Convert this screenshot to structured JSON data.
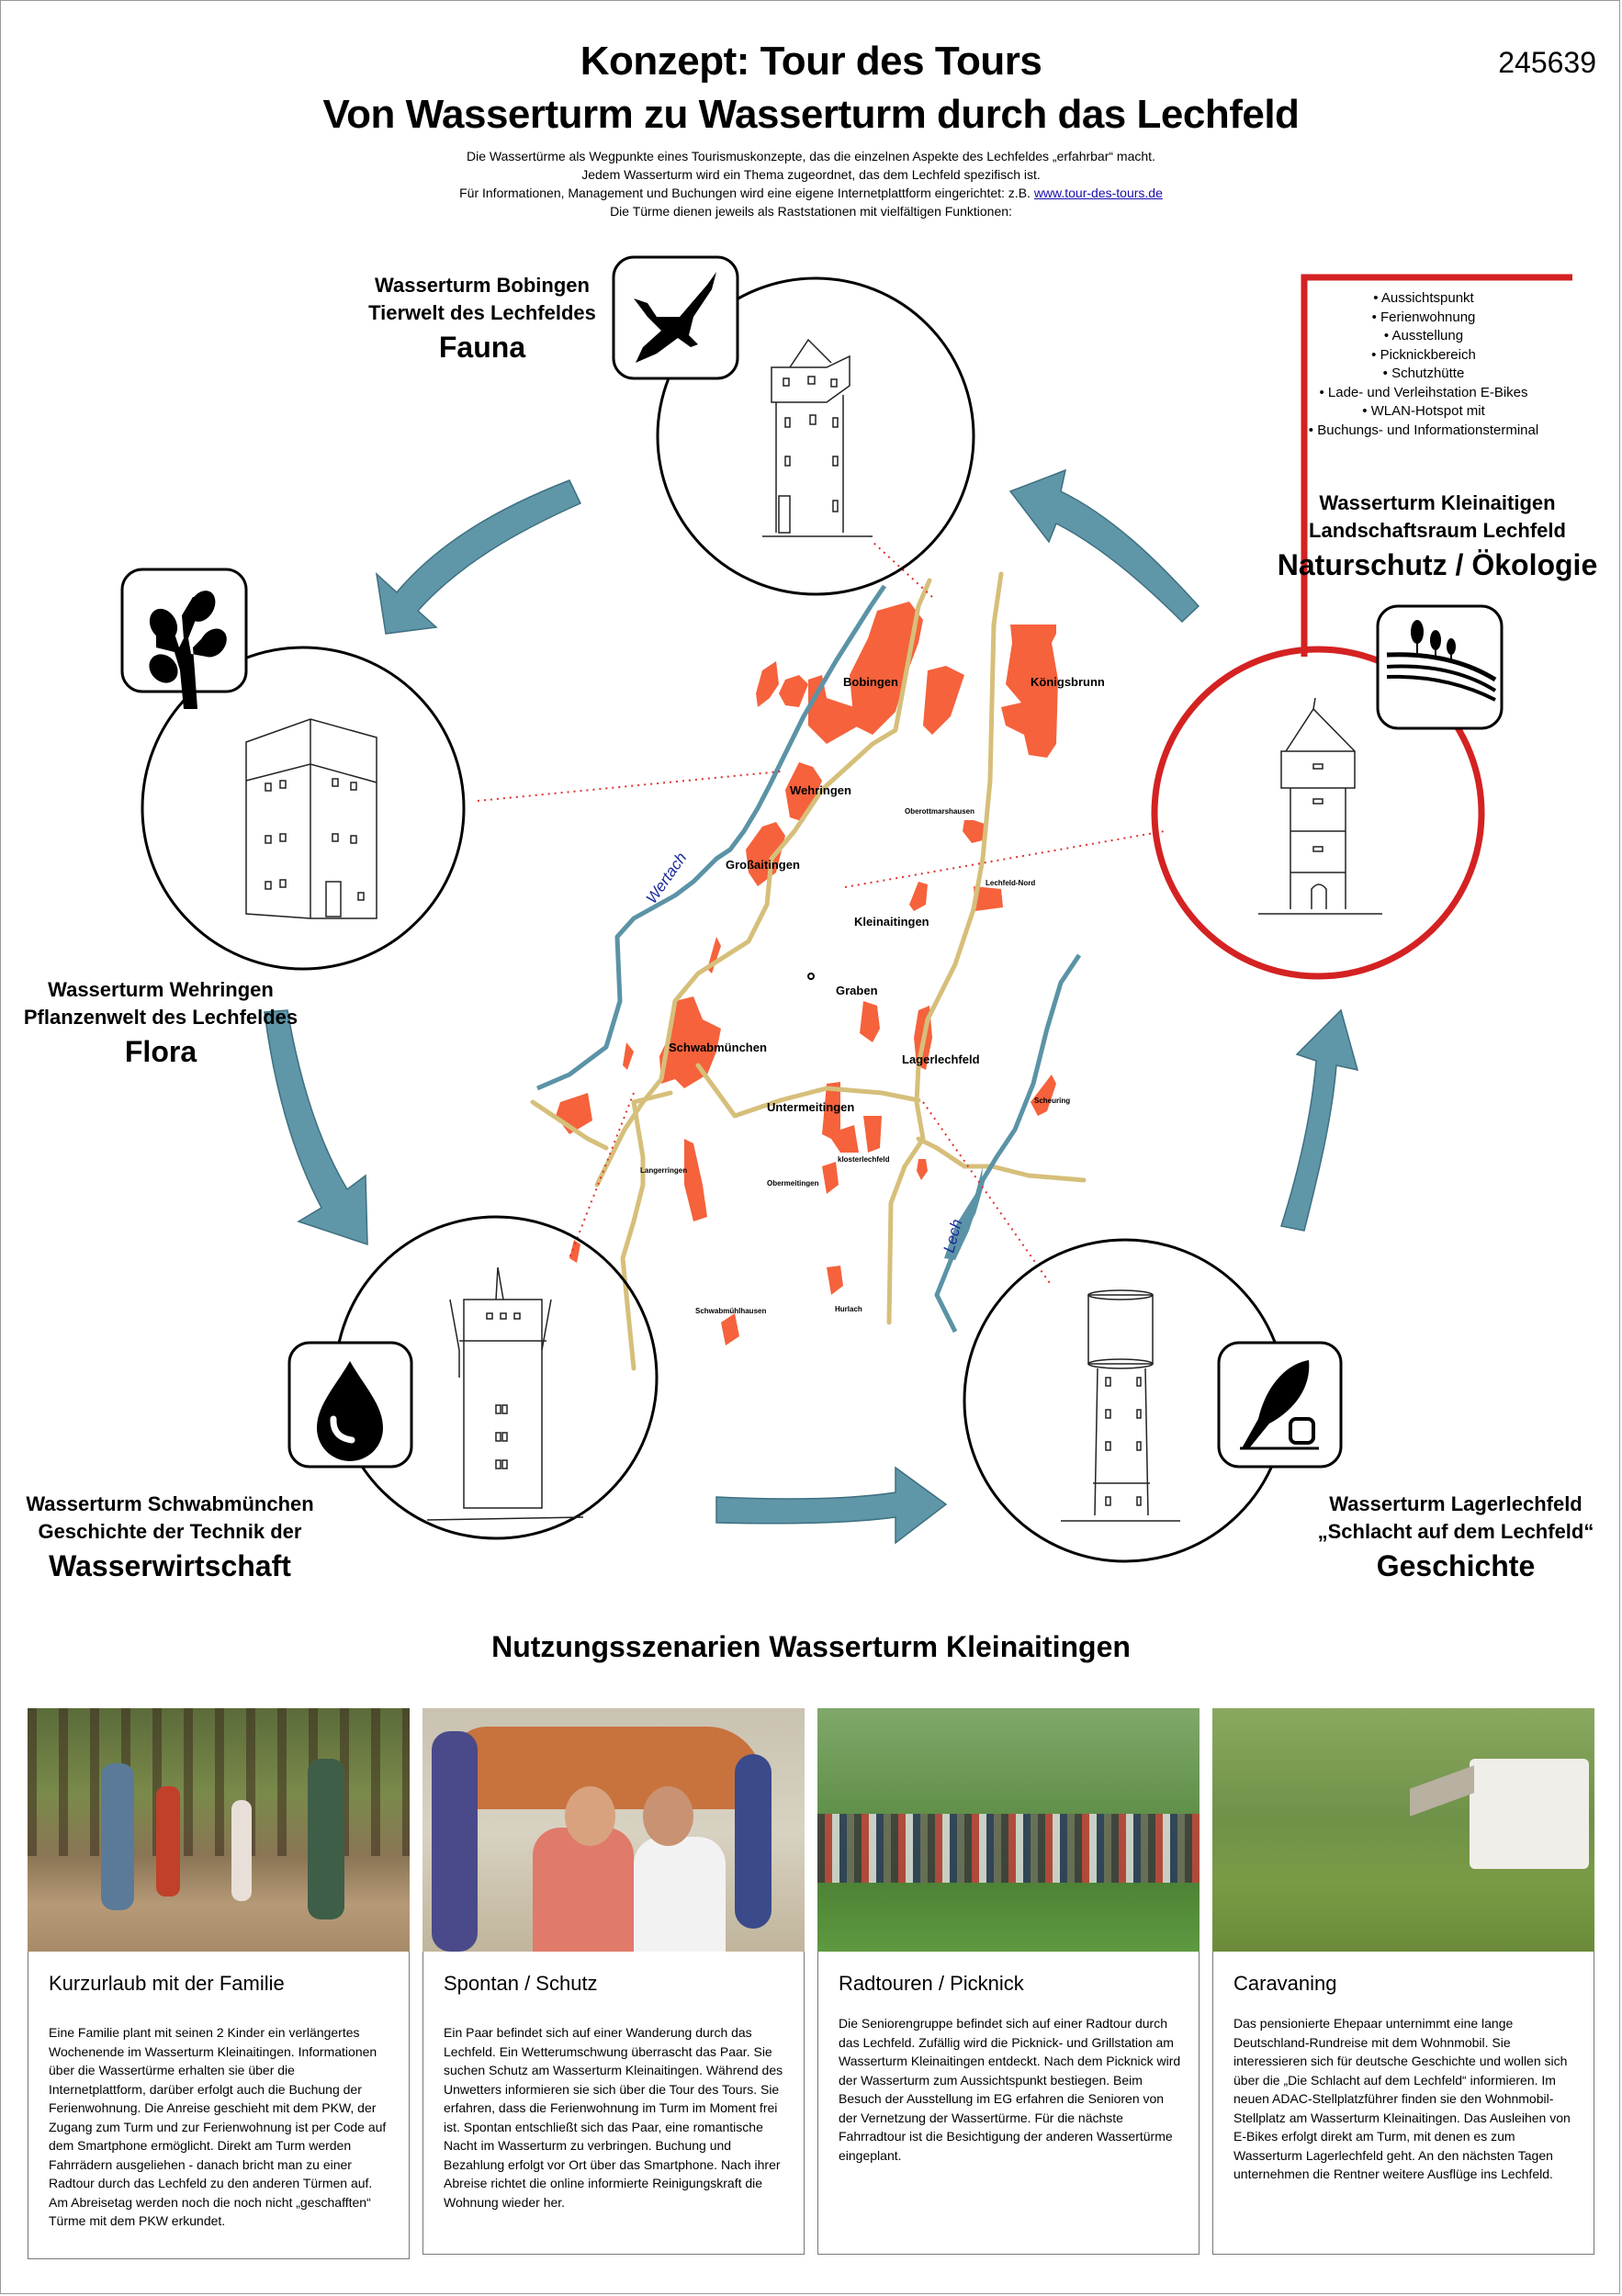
{
  "header": {
    "title_line1": "Konzept: Tour des Tours",
    "title_line2": "Von Wasserturm zu Wasserturm durch das Lechfeld",
    "poster_id": "245639",
    "intro_lines": [
      "Die Wassertürme als Wegpunkte eines Tourismuskonzepte, das die einzelnen Aspekte des Lechfeldes „erfahrbar“ macht.",
      "Jedem Wasserturm wird ein Thema zugeordnet, das dem Lechfeld spezifisch ist.",
      "Für Informationen, Management und Buchungen wird eine eigene Internetplattform eingerichtet: z.B.",
      "Die Türme dienen jeweils als Raststationen mit vielfältigen Funktionen:"
    ],
    "intro_link": "www.tour-des-tours.de"
  },
  "towers": {
    "bobingen": {
      "line1": "Wasserturm Bobingen",
      "line2": "Tierwelt des Lechfeldes",
      "theme": "Fauna",
      "icon": "goose-icon"
    },
    "wehringen": {
      "line1": "Wasserturm Wehringen",
      "line2": "Pflanzenwelt des Lechfeldes",
      "theme": "Flora",
      "icon": "plant-icon"
    },
    "schwabmuenchen": {
      "line1": "Wasserturm Schwabmünchen",
      "line2": "Geschichte der Technik der",
      "theme": "Wasserwirtschaft",
      "icon": "water-drop-icon"
    },
    "lagerlechfeld": {
      "line1": "Wasserturm Lagerlechfeld",
      "line2": "„Schlacht auf dem Lechfeld“",
      "theme": "Geschichte",
      "icon": "quill-inkwell-icon"
    },
    "kleinaitingen": {
      "line1": "Wasserturm Kleinaitigen",
      "line2": "Landschaftsraum Lechfeld",
      "theme": "Naturschutz / Ökologie",
      "icon": "landscape-trees-icon"
    }
  },
  "features": [
    "Aussichtspunkt",
    "Ferienwohnung",
    "Ausstellung",
    "Picknickbereich",
    "Schutzhütte",
    "Lade- und Verleihstation E-Bikes",
    "WLAN-Hotspot mit",
    "Buchungs- und Informationsterminal"
  ],
  "map": {
    "rivers": [
      "Wertach",
      "Lech"
    ],
    "places_large": [
      "Bobingen",
      "Königsbrunn",
      "Wehringen",
      "Großaitingen",
      "Kleinaitingen",
      "Graben",
      "Schwabmünchen",
      "Lagerlechfeld",
      "Untermeitingen"
    ],
    "places_small": [
      "Oberottmarshausen",
      "Lechfeld-Nord",
      "Scheuring",
      "klosterlechfeld",
      "Langerringen",
      "Obermeitingen",
      "Schwabmühlhausen",
      "Hurlach"
    ]
  },
  "colors": {
    "accent_red": "#d42222",
    "arrow_blue": "#5f97a8",
    "settlement": "#f5623c",
    "road": "#d6bf7a",
    "river": "#5b93a6",
    "river_label": "#1c2a9a"
  },
  "scenarios": {
    "title": "Nutzungsszenarien Wasserturm Kleinaitingen",
    "cards": [
      {
        "title": "Kurzurlaub mit der Familie",
        "photo": "family-cycling-in-forest",
        "text": "Eine Familie plant mit seinen 2 Kinder ein verlängertes Wochenende im Wasserturm Kleinaitingen. Informationen über die Wassertürme erhalten sie über die Internetplattform, darüber erfolgt auch die Buchung der Ferienwohnung. Die Anreise geschieht mit dem PKW, der Zugang zum Turm und zur Ferienwohnung ist per Code auf dem Smartphone ermöglicht. Direkt am Turm werden Fahrrädern ausgeliehen - danach bricht man zu einer Radtour durch das Lechfeld zu den anderen Türmen auf. Am Abreisetag werden noch die noch nicht „geschafften“ Türme mit dem PKW erkundet."
      },
      {
        "title": "Spontan / Schutz",
        "photo": "couple-under-jacket-in-rain",
        "text": "Ein Paar befindet sich auf einer Wanderung durch das Lechfeld. Ein Wetterumschwung überrascht das Paar. Sie suchen Schutz am Wasserturm Kleinaitingen. Während des Unwetters informieren sie sich über die Tour des Tours. Sie erfahren, dass die Ferienwohnung im Turm im Moment frei ist. Spontan entschließt sich das Paar, eine romantische Nacht im Wasserturm zu verbringen. Buchung und Bezahlung erfolgt vor Ort über das Smartphone. Nach ihrer Abreise richtet die online informierte Reinigungskraft die Wohnung wieder her."
      },
      {
        "title": "Radtouren / Picknick",
        "photo": "senior-cycling-group",
        "text": "Die Seniorengruppe befindet sich auf einer Radtour durch das Lechfeld. Zufällig wird die Picknick- und Grillstation am Wasserturm Kleinaitingen entdeckt. Nach dem Picknick wird der Wasserturm zum Aussichtspunkt bestiegen. Beim Besuch der Ausstellung im EG erfahren die Senioren von der Vernetzung der Wassertürme. Für die nächste Fahrradtour ist die Besichtigung der anderen Wassertürme eingeplant."
      },
      {
        "title": "Caravaning",
        "photo": "motorhome-in-park",
        "text": "Das pensionierte Ehepaar unternimmt eine lange Deutschland-Rundreise mit dem Wohnmobil. Sie interessieren sich für deutsche Geschichte und wollen sich über die „Die Schlacht auf dem Lechfeld“ informieren. Im neuen ADAC-Stellplatzführer finden sie den Wohnmobil-Stellplatz am Wasserturm Kleinaitingen. Das Ausleihen von E-Bikes erfolgt direkt am Turm, mit denen es zum Wasserturm Lagerlechfeld geht. An den nächsten Tagen unternehmen die Rentner weitere Ausflüge ins Lechfeld."
      }
    ]
  }
}
